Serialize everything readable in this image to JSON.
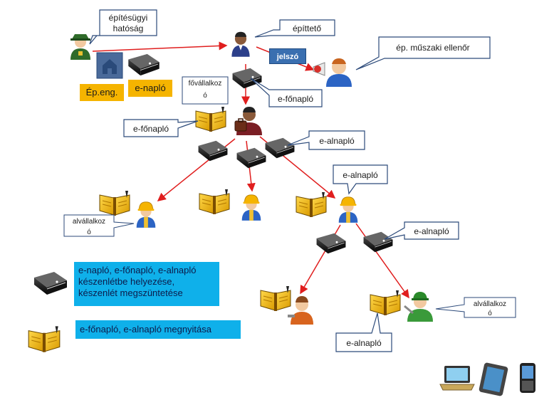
{
  "labels": {
    "authority": [
      "építésügyi",
      "hatóság"
    ],
    "builder": "építtető",
    "inspector": "ép. műszaki ellenőr",
    "password": "jelszó",
    "permit": "Ép.eng.",
    "e_diary": "e-napló",
    "general_contractor": [
      "fővállalkoz",
      "ó"
    ],
    "e_main_diary_right": "e-főnapló",
    "e_main_diary_left": "e-főnapló",
    "e_sub_diary_top": "e-alnapló",
    "e_sub_diary_mid": "e-alnapló",
    "e_sub_diary_right": "e-alnapló",
    "e_sub_diary_bottom": "e-alnapló",
    "subcontractor_left": [
      "alvállalkoz",
      "ó"
    ],
    "subcontractor_right": [
      "alvállalkoz",
      "ó"
    ]
  },
  "legend": {
    "readiness": "e-napló, e-főnapló, e-alnapló készenlétbe helyezése, készenlét megszüntetése",
    "open": "e-főnapló, e-alnapló megnyitása"
  },
  "devices": [
    "laptop-icon",
    "tablet-icon",
    "smartphone-icon"
  ],
  "colors": {
    "arrow": "#e01e1e",
    "legend_bg": "#0fb0ea",
    "tag_yellow": "#f5b400",
    "password_bg": "#3a6fb0",
    "callout_border": "#2c4a7a"
  }
}
